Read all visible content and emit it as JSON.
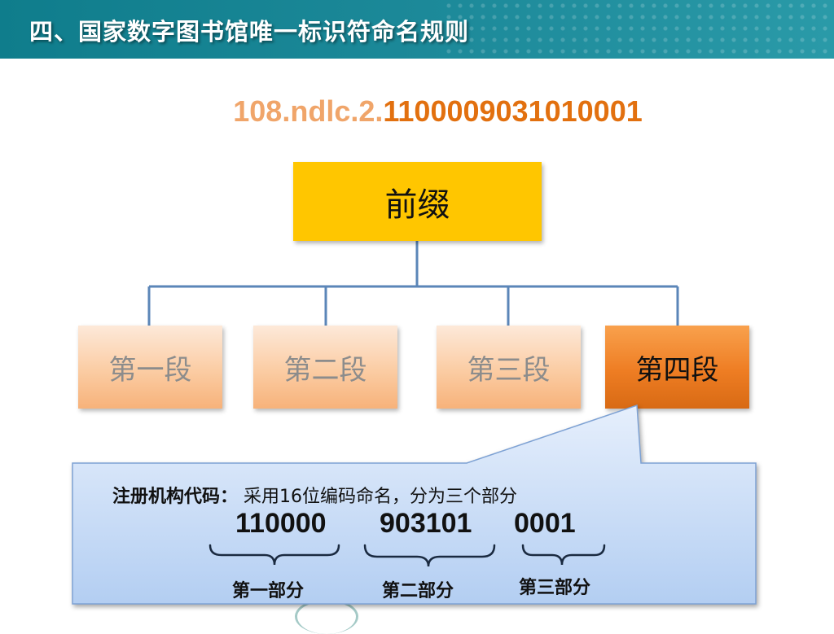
{
  "header": {
    "title": "四、国家数字图书馆唯一标识符命名规则"
  },
  "identifier": {
    "prefix": "108.ndlc.2.",
    "number": "1100009031010001"
  },
  "colors": {
    "header_bg": "#1d8a9a",
    "prefix_box": "#ffc600",
    "segment_light": "#fbcca3",
    "segment_active": "#ee7d23",
    "connector": "#5b86b8",
    "panel": "#c6dbf7"
  },
  "diagram": {
    "root": "前缀",
    "segments": [
      "第一段",
      "第二段",
      "第三段",
      "第四段"
    ],
    "active_segment": 3
  },
  "info": {
    "label": "注册机构代码：",
    "text": "采用16位编码命名，分为三个部分",
    "codes": [
      "110000",
      "903101",
      "0001"
    ],
    "parts": [
      "第一部分",
      "第二部分",
      "第三部分"
    ]
  }
}
